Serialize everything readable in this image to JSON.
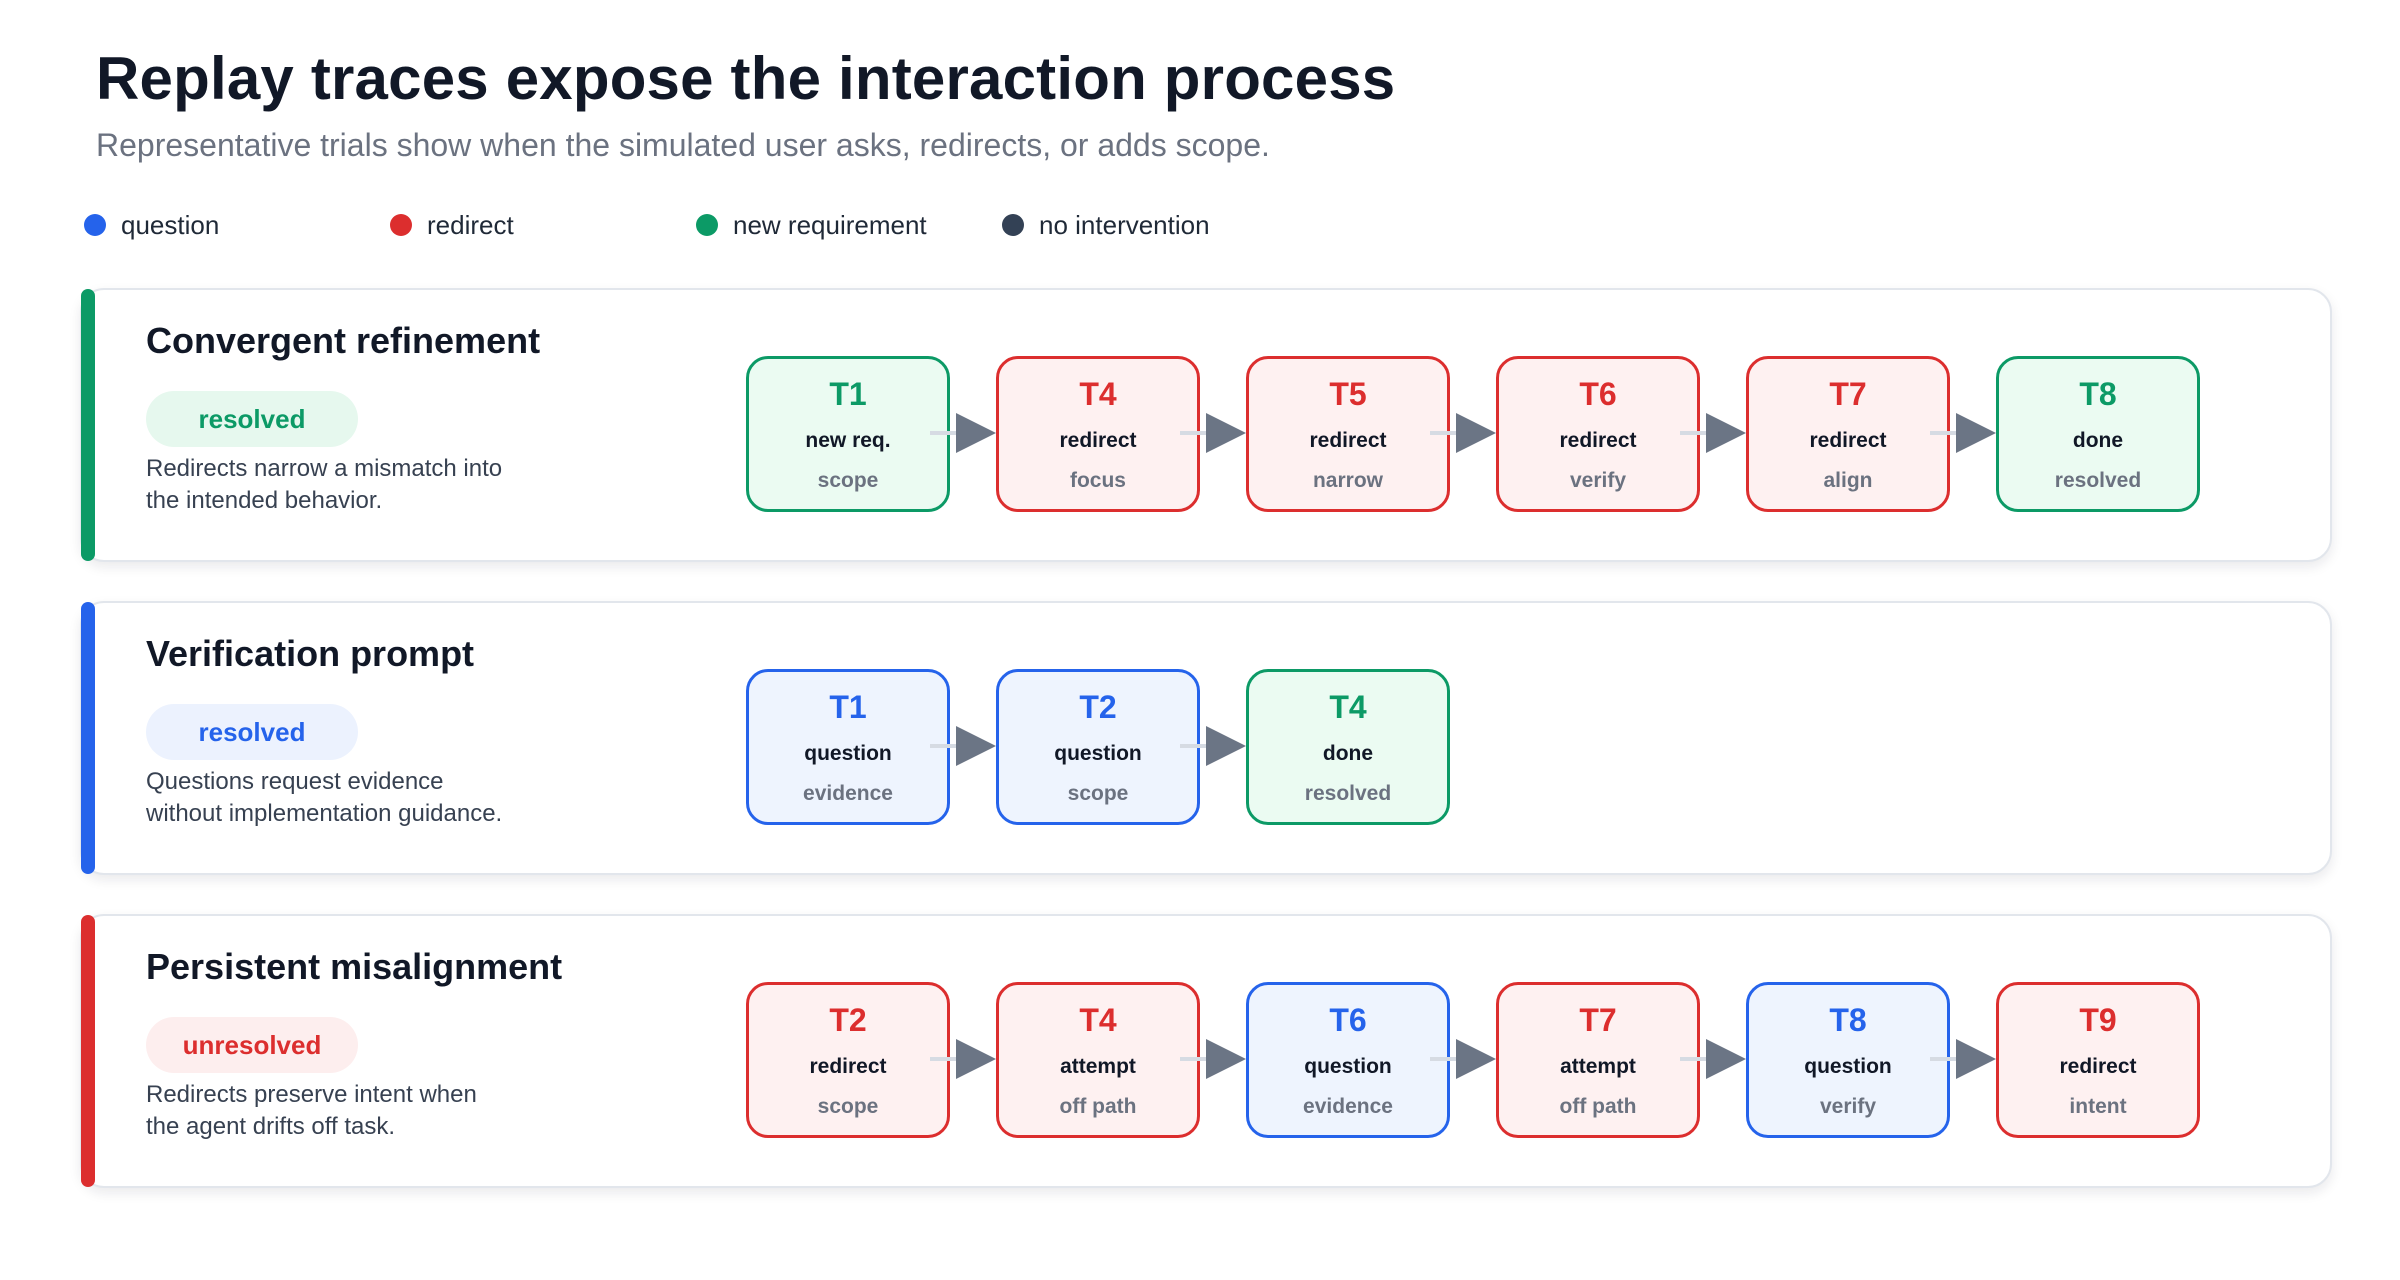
{
  "header": {
    "title": "Replay traces expose the interaction process",
    "subtitle": "Representative trials show when the simulated user asks, redirects, or adds scope."
  },
  "legend": [
    {
      "label": "question",
      "color": "#2563eb"
    },
    {
      "label": "redirect",
      "color": "#dc2e2e"
    },
    {
      "label": "new requirement",
      "color": "#0c9a66"
    },
    {
      "label": "no intervention",
      "color": "#334155"
    }
  ],
  "kind_colors": {
    "green": "#0c9a66",
    "red": "#dc2e2e",
    "blue": "#2563eb"
  },
  "traces": [
    {
      "title": "Convergent refinement",
      "status": "resolved",
      "status_kind": "green",
      "description": "Redirects narrow a mismatch into the intended behavior.",
      "steps": [
        {
          "id": "T1",
          "action": "new req.",
          "note": "scope",
          "kind": "green"
        },
        {
          "id": "T4",
          "action": "redirect",
          "note": "focus",
          "kind": "red"
        },
        {
          "id": "T5",
          "action": "redirect",
          "note": "narrow",
          "kind": "red"
        },
        {
          "id": "T6",
          "action": "redirect",
          "note": "verify",
          "kind": "red"
        },
        {
          "id": "T7",
          "action": "redirect",
          "note": "align",
          "kind": "red"
        },
        {
          "id": "T8",
          "action": "done",
          "note": "resolved",
          "kind": "green"
        }
      ]
    },
    {
      "title": "Verification prompt",
      "status": "resolved",
      "status_kind": "blue",
      "description": "Questions request evidence without implementation guidance.",
      "steps": [
        {
          "id": "T1",
          "action": "question",
          "note": "evidence",
          "kind": "blue"
        },
        {
          "id": "T2",
          "action": "question",
          "note": "scope",
          "kind": "blue"
        },
        {
          "id": "T4",
          "action": "done",
          "note": "resolved",
          "kind": "green"
        }
      ]
    },
    {
      "title": "Persistent misalignment",
      "status": "unresolved",
      "status_kind": "red",
      "description": "Redirects preserve intent when the agent drifts off task.",
      "steps": [
        {
          "id": "T2",
          "action": "redirect",
          "note": "scope",
          "kind": "red"
        },
        {
          "id": "T4",
          "action": "attempt",
          "note": "off path",
          "kind": "red"
        },
        {
          "id": "T6",
          "action": "question",
          "note": "evidence",
          "kind": "blue"
        },
        {
          "id": "T7",
          "action": "attempt",
          "note": "off path",
          "kind": "red"
        },
        {
          "id": "T8",
          "action": "question",
          "note": "verify",
          "kind": "blue"
        },
        {
          "id": "T9",
          "action": "redirect",
          "note": "intent",
          "kind": "red"
        }
      ]
    }
  ]
}
